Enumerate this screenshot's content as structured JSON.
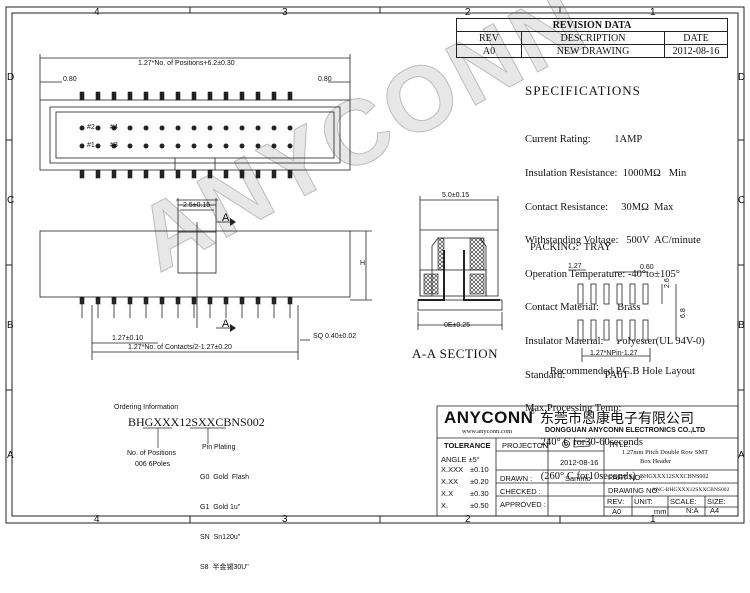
{
  "border": {
    "top_numbers": [
      "4",
      "3",
      "2",
      "1"
    ],
    "bottom_numbers": [
      "4",
      "3",
      "2",
      "1"
    ],
    "side_letters": [
      "D",
      "C",
      "B",
      "A"
    ]
  },
  "revision": {
    "title": "REVISION DATA",
    "headers": [
      "REV",
      "DESCRIPTION",
      "DATE"
    ],
    "row": [
      "A0",
      "NEW DRAWING",
      "2012-08-16"
    ]
  },
  "specs": {
    "heading": "SPECIFICATIONS",
    "lines": [
      "Current Rating:         1AMP",
      "Insulation Resistance:  1000MΩ   Min",
      "Contact Resistance:     30MΩ  Max",
      "Withstanding Voltage:   500V  AC/minute",
      "Operation Temperature: -40°to±105°",
      "Contact Material:       Brass",
      "Insulator Material:     Polyester(UL 94V-0)",
      "Standard:               PA6T",
      "Max.Processing Temp:",
      "      240° C for30-60seconds",
      "      (260° C for10seconds)"
    ],
    "packing": "PACKING:  TRAY"
  },
  "dims": {
    "positions": "1.27*No. of Positions+6.2±0.30",
    "left_080": "0.80",
    "right_080": "0.80",
    "pin_labels": [
      "#2",
      "#4",
      "#1",
      "#3"
    ],
    "height_dim": "2.5±0.15",
    "section_a": "A",
    "h_label": "H",
    "pitch": "1.27±0.10",
    "contacts": "1.27*No. of Contacts/2-1.27±0.20",
    "sq": "SQ  0.40±0.02",
    "section_width": "5.0±0.15",
    "section_base": "0E±0.25",
    "section_title": "A-A  SECTION",
    "pcb_127": "1.27",
    "pcb_060": "0.60",
    "pcb_26": "2.6",
    "pcb_68": "6.8",
    "pcb_bottom": "1.27*NPin-1.27",
    "pcb_title": "Recommended P.C.B  Hole Layout"
  },
  "ordering": {
    "title": "Ordering Information",
    "code": "BHGXXX12SXXCBNS002",
    "positions_label": "No. of Positions",
    "positions_example": "006 6Poles",
    "plating_title": "Pin Plating",
    "plating": [
      "G0  Gold  Flash",
      "G1  Gold 1u\"",
      "SN  Sn120u\"",
      "S8  半金锡30U\""
    ]
  },
  "title_block": {
    "company": "ANYCONN",
    "company_cn": "东莞市恩康电子有限公司",
    "website": "www.anyconn.com",
    "company_en": "DONGGUAN  ANYCONN  ELECTRONICS CO.,LTD",
    "tolerance": "TOLERANCE",
    "angle": "ANGLE  ±5°",
    "tol_rows": [
      [
        "X.XXX",
        "±0.10"
      ],
      [
        "X.XX",
        "±0.20"
      ],
      [
        "X.X",
        "±0.30"
      ],
      [
        "X.",
        "±0.50"
      ]
    ],
    "projection": "PROJECTON",
    "date": "2012-08-16",
    "drawn_label": "DRAWN :",
    "drawn": "Sammo",
    "checked_label": "CHECKED :",
    "approved_label": "APPROVED :",
    "title_label": "TITLE:",
    "title_lines": [
      "1.27mm Pitch Double Row SMT",
      "Box Header"
    ],
    "part_no_label": "PART NO:",
    "part_no": "BHGXXX12SXXCBNS002",
    "drawing_no_label": "DRAWING NO:",
    "drawing_no": "ANC-BHGXXX12SXXCBNS002",
    "rev_label": "REV:",
    "rev": "A0",
    "unit_label": "UNIT:",
    "unit": "mm",
    "scale_label": "SCALE:",
    "scale": "N:A",
    "size_label": "SIZE:",
    "size": "A4"
  },
  "watermark": "ANYCONN"
}
